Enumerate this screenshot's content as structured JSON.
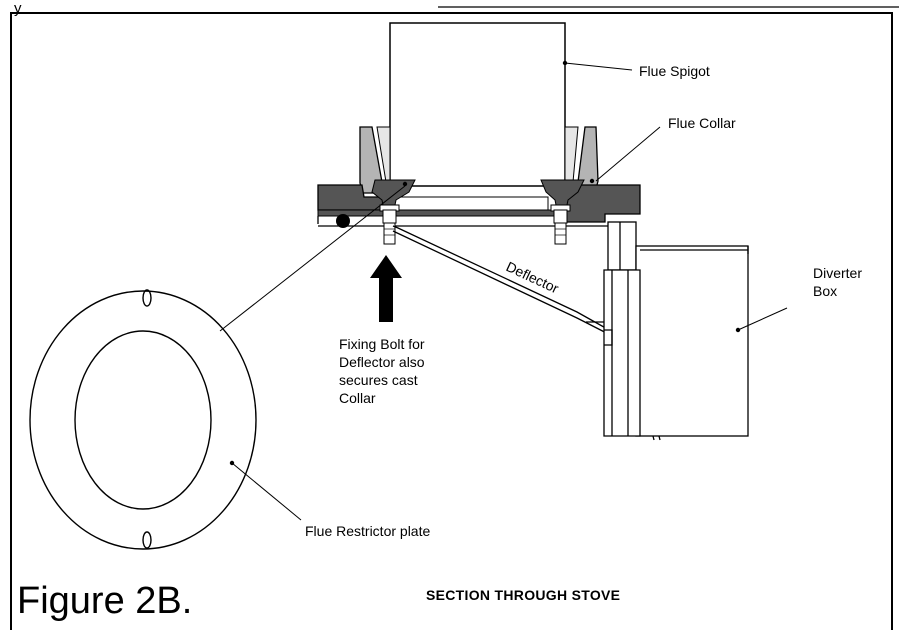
{
  "header_fragment": "y",
  "labels": {
    "flue_spigot": "Flue Spigot",
    "flue_collar": "Flue Collar",
    "diverter_line1": "Diverter",
    "diverter_line2": "Box",
    "deflector": "Deflector",
    "fixing_line1": "Fixing Bolt for",
    "fixing_line2": "Deflector also",
    "fixing_line3": "secures cast",
    "fixing_line4": "Collar",
    "restrictor": "Flue Restrictor plate"
  },
  "figure_label": "Figure 2B.",
  "caption": "SECTION THROUGH STOVE",
  "colors": {
    "stove_body": "#555555",
    "collar": "#b4b4b4",
    "line": "#000000",
    "background": "#ffffff"
  }
}
